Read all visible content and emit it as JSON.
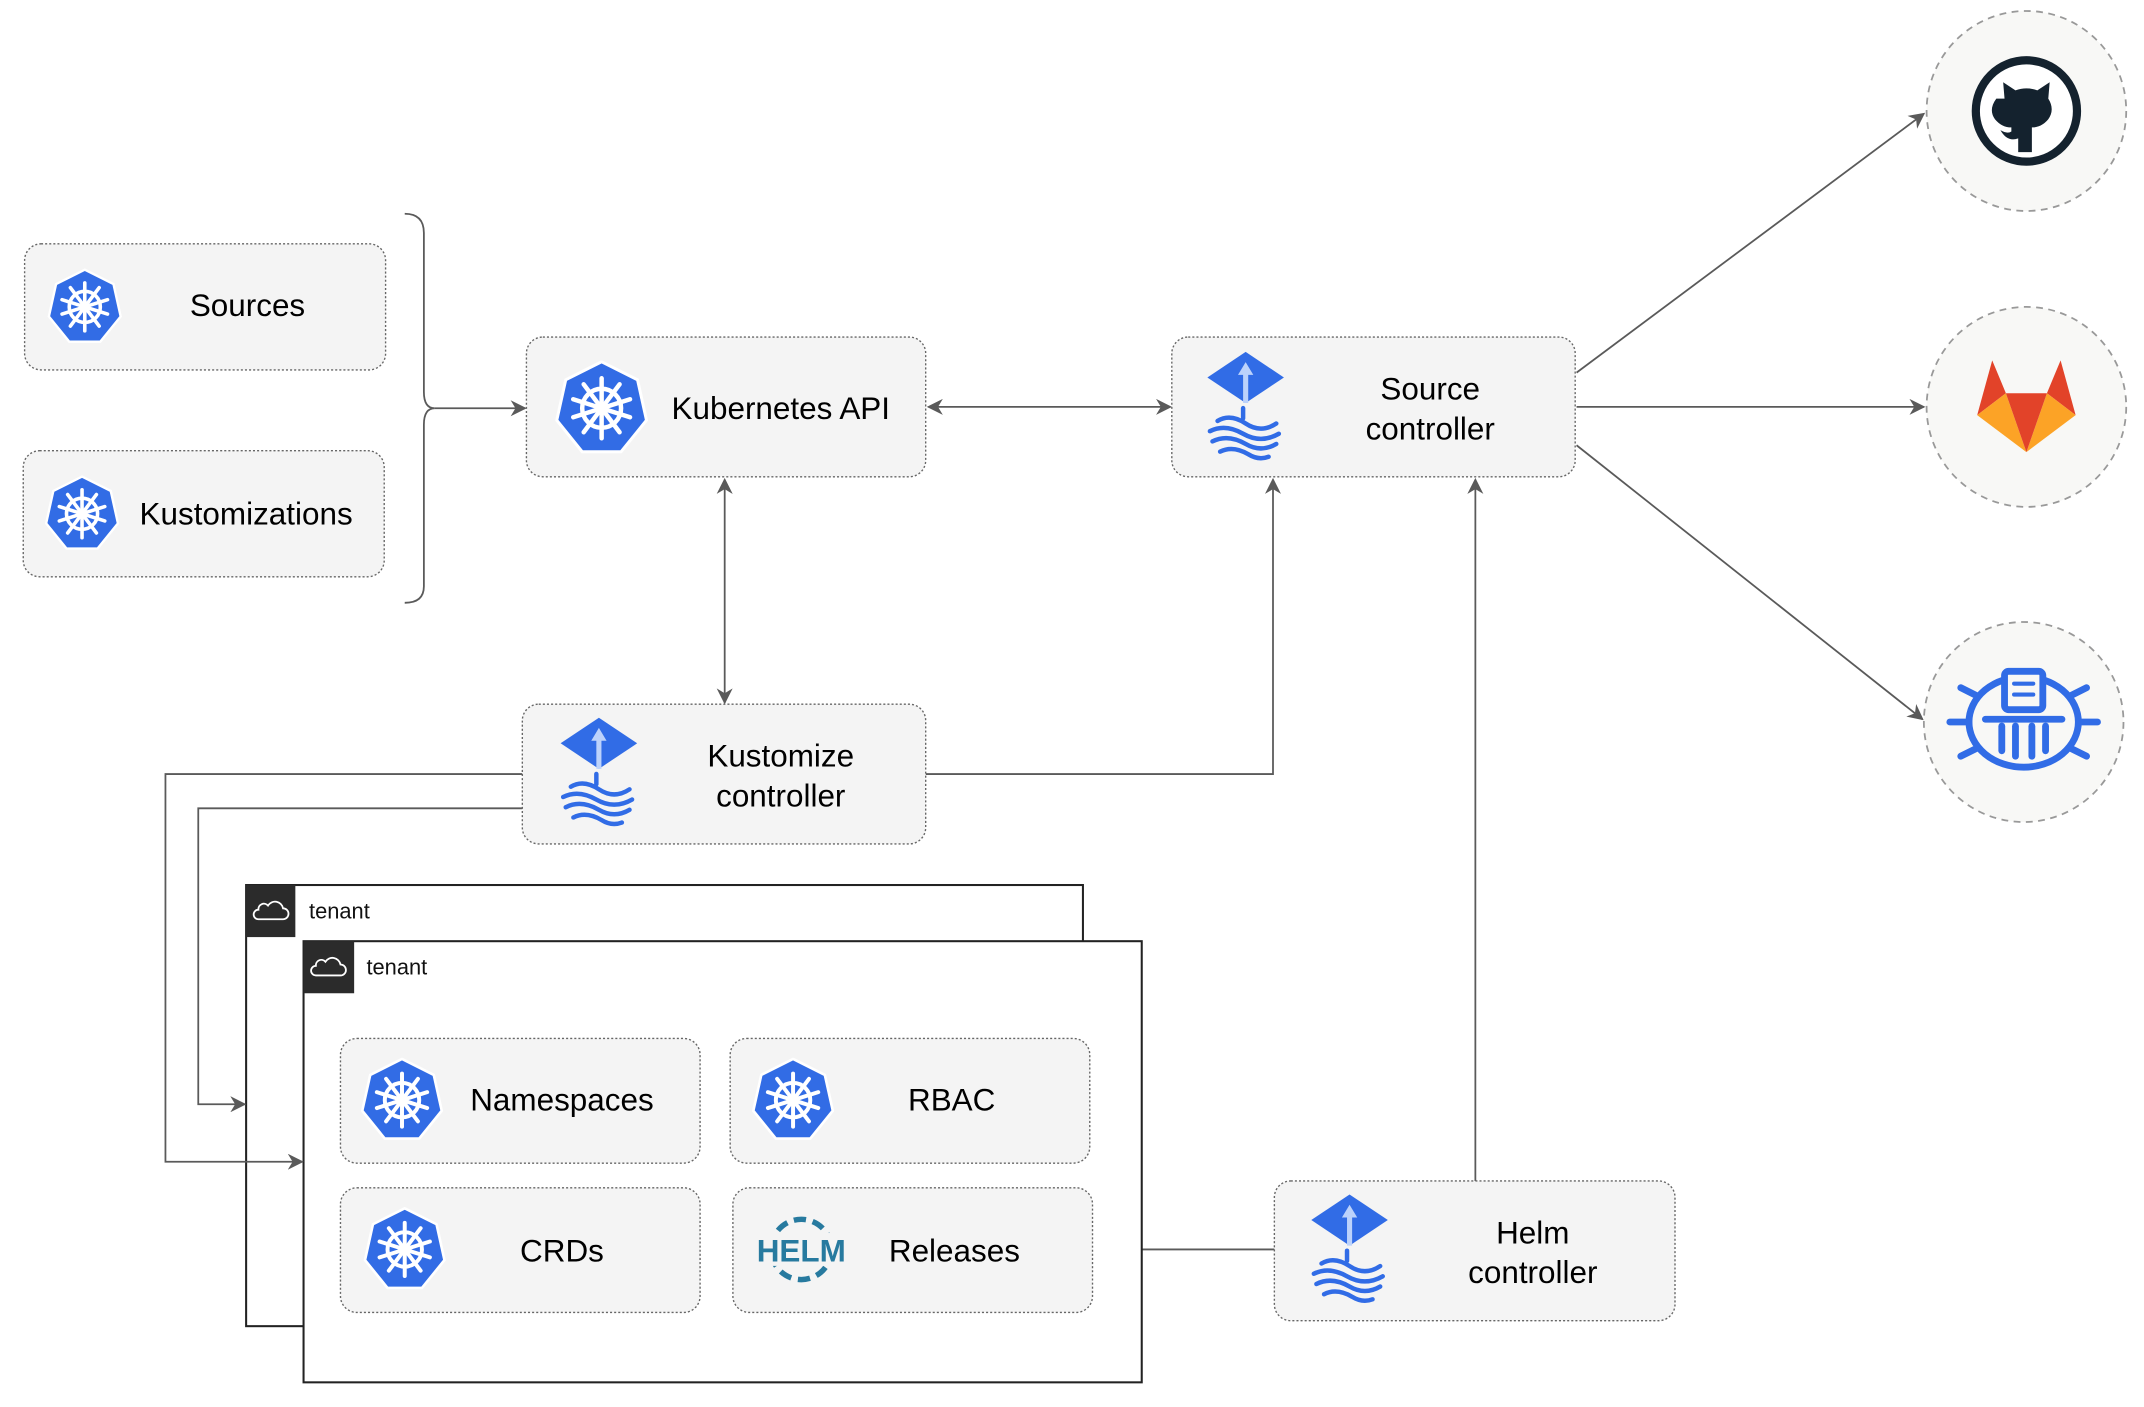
{
  "nodes": {
    "sources": "Sources",
    "kustomizations": "Kustomizations",
    "kubernetes_api": "Kubernetes API",
    "source_controller": [
      "Source",
      "controller"
    ],
    "kustomize_controller": [
      "Kustomize",
      "controller"
    ],
    "helm_controller": [
      "Helm",
      "controller"
    ],
    "namespaces": "Namespaces",
    "rbac": "RBAC",
    "crds": "CRDs",
    "releases": "Releases"
  },
  "tenants": [
    "tenant",
    "tenant"
  ],
  "helm_logo_text": "HELM",
  "external_sources": [
    "github-icon",
    "gitlab-icon",
    "bucket-icon"
  ],
  "colors": {
    "k8s_blue": "#326CE5",
    "helm_blue": "#277A9F",
    "gitlab_orange": "#E24329",
    "github_dark": "#14222E"
  }
}
